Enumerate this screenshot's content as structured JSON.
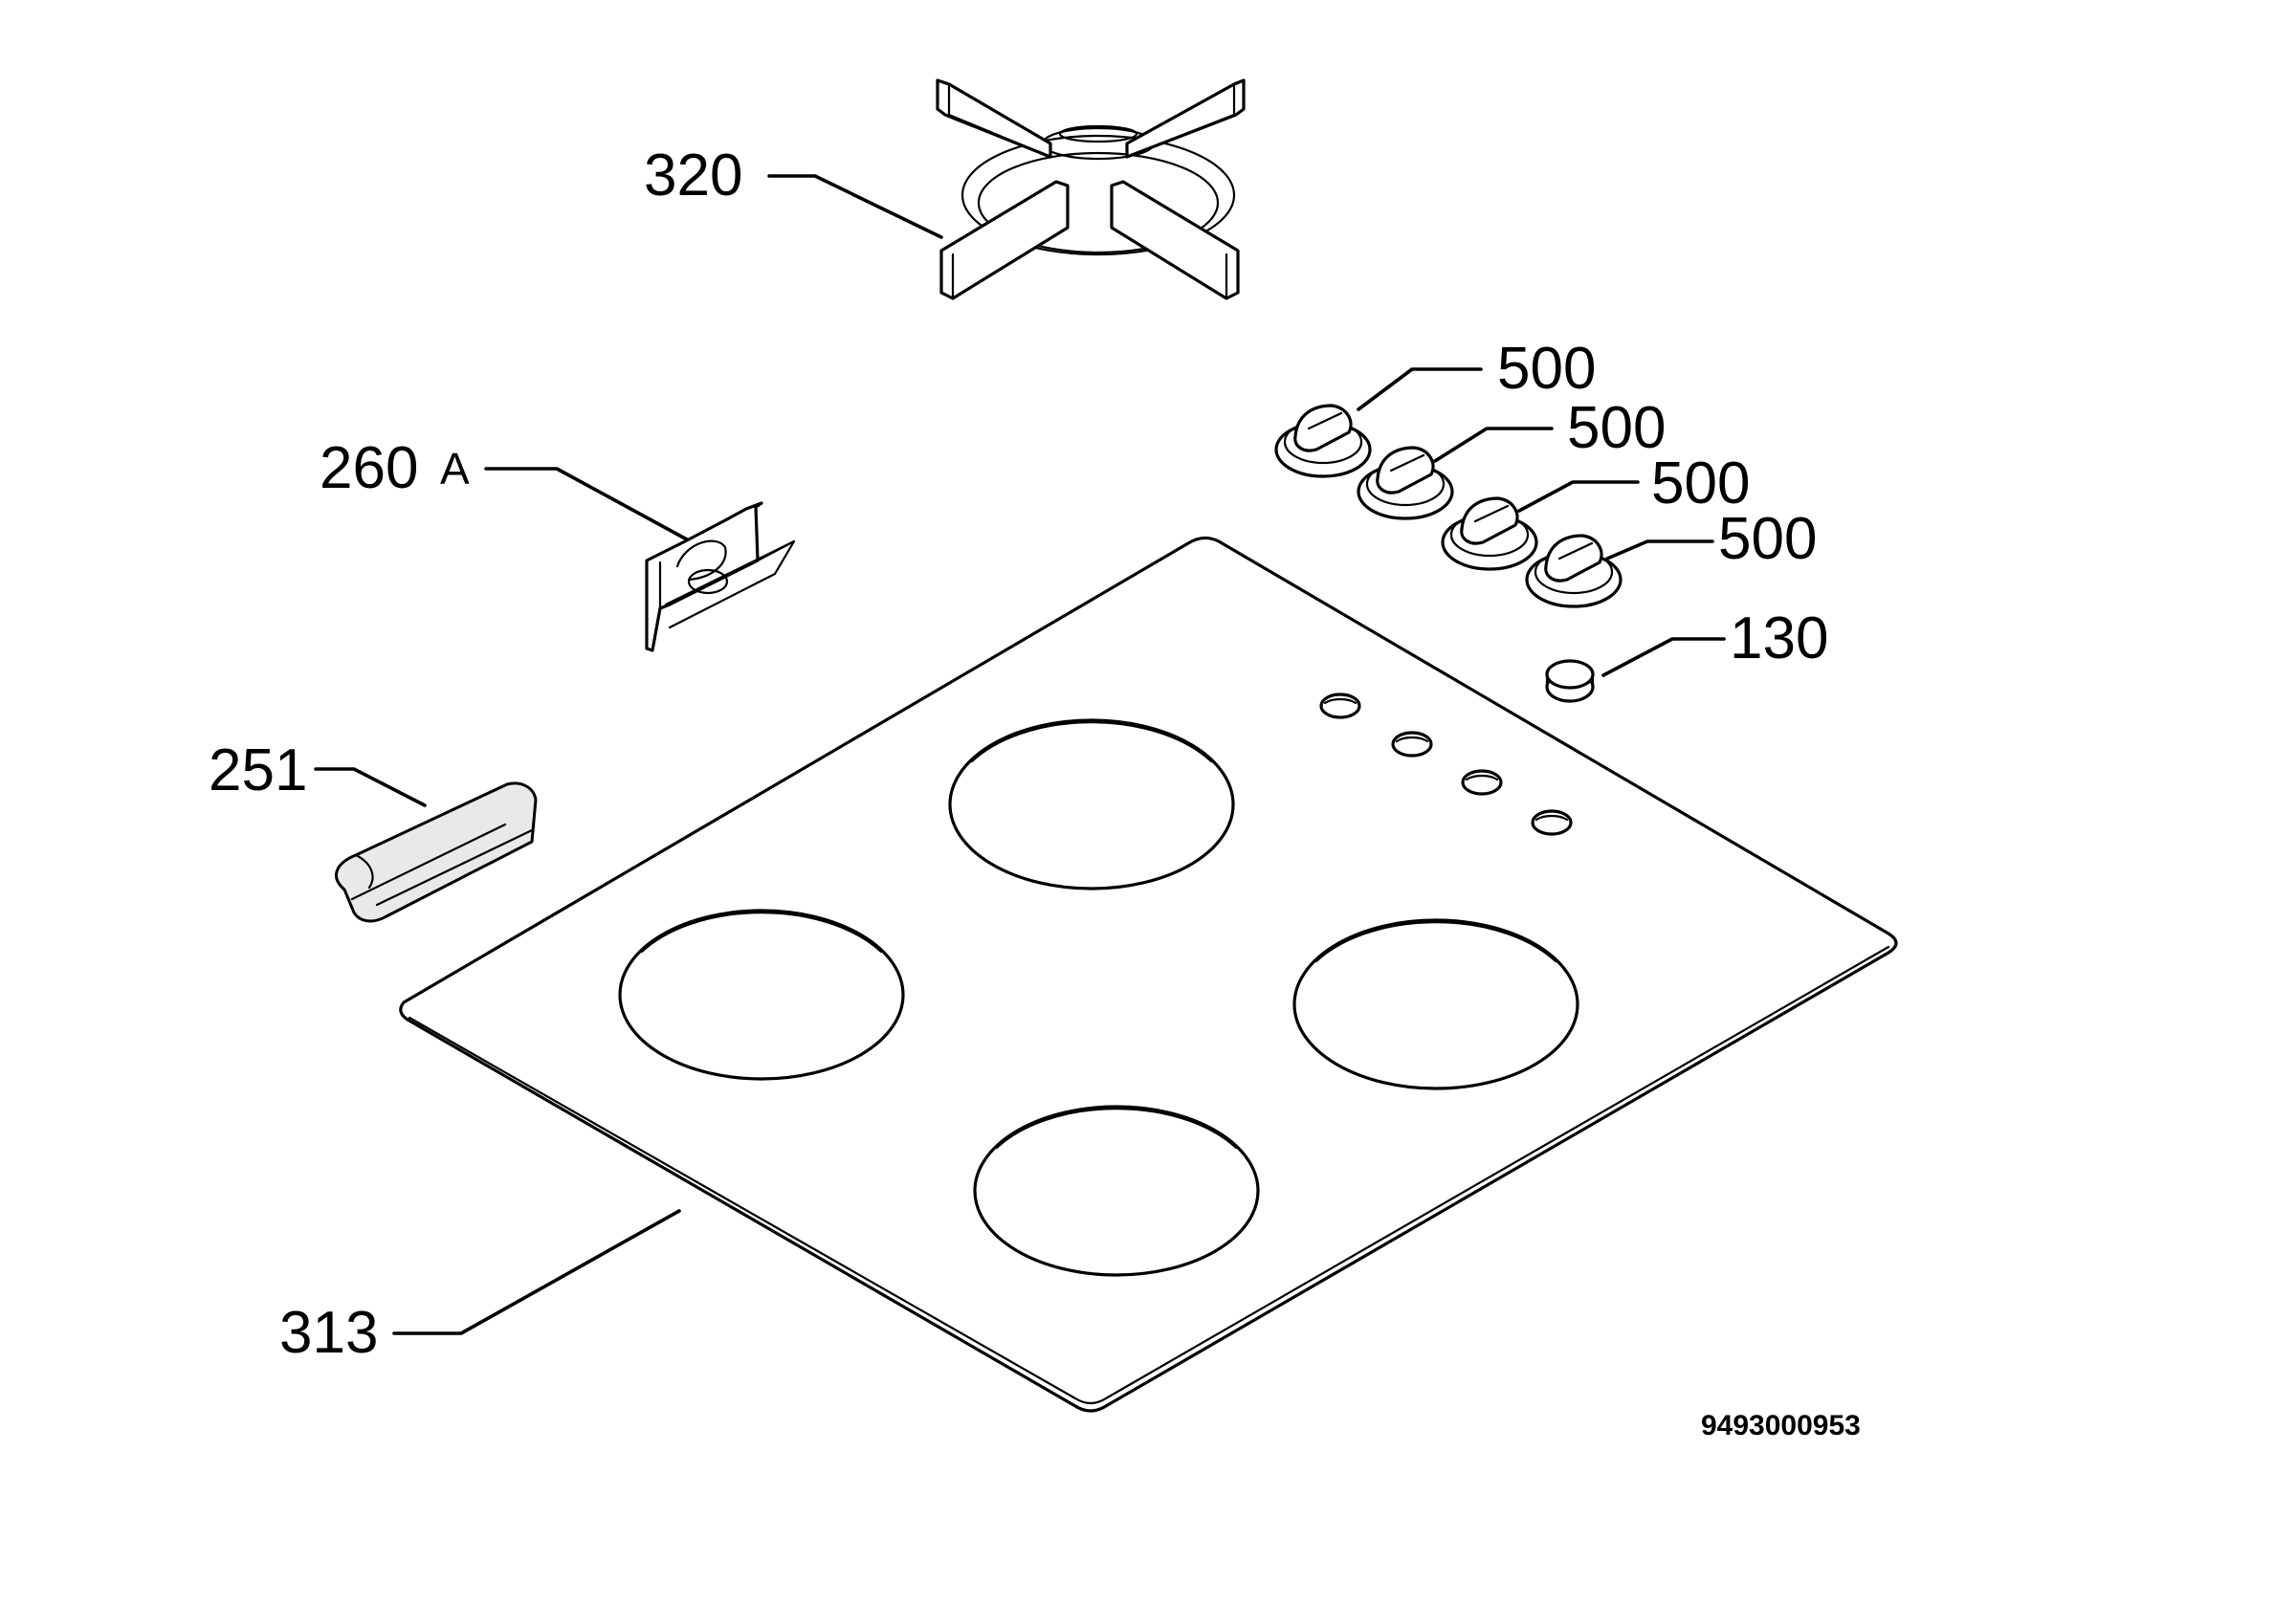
{
  "diagram": {
    "callouts": {
      "pan_support": "320",
      "knob_1": "500",
      "knob_2": "500",
      "knob_3": "500",
      "knob_4": "500",
      "clip_main": "260",
      "clip_suffix": "A",
      "seal": "251",
      "plug": "130",
      "hob_plate": "313"
    },
    "document_number": "9493000953"
  }
}
